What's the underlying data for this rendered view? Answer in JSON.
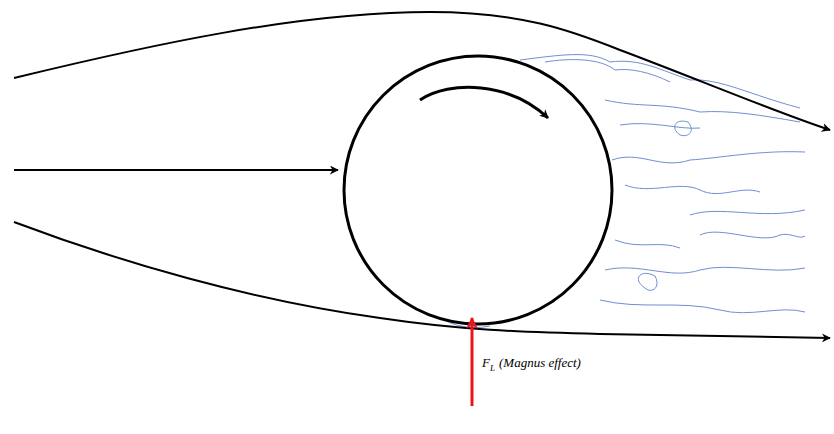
{
  "diagram": {
    "labels": [
      "F",
      "L",
      "(Magnus effect)"
    ]
  }
}
